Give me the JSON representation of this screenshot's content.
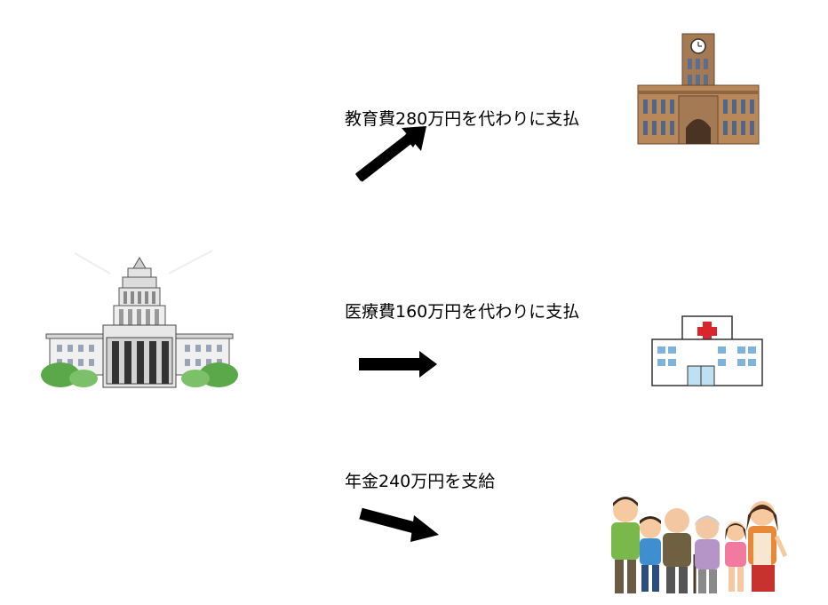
{
  "diagram": {
    "source": {
      "icon": "national-diet-building-icon"
    },
    "flows": [
      {
        "label": "教育費280万円を代わりに支払",
        "target_icon": "university-building-icon"
      },
      {
        "label": "医療費160万円を代わりに支払",
        "target_icon": "hospital-icon"
      },
      {
        "label": "年金240万円を支給",
        "target_icon": "family-group-icon"
      }
    ]
  }
}
